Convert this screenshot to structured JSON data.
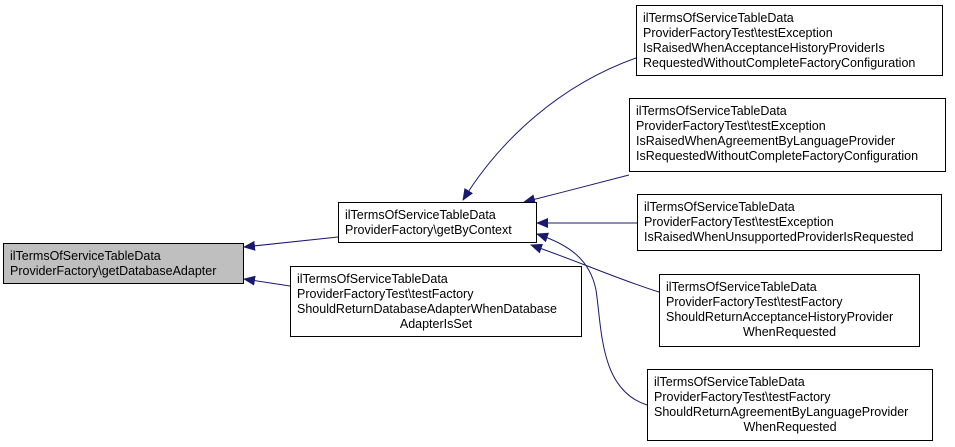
{
  "diagram": {
    "edge_color": "#191970",
    "root_fill": "#bfbfbf",
    "nodes": {
      "getDatabaseAdapter": [
        "ilTermsOfServiceTableData",
        "ProviderFactory\\getDatabaseAdapter"
      ],
      "getByContext": [
        "ilTermsOfServiceTableData",
        "ProviderFactory\\getByContext"
      ],
      "testDbAdapterSet": [
        "ilTermsOfServiceTableData",
        "ProviderFactoryTest\\testFactory",
        "ShouldReturnDatabaseAdapterWhenDatabase",
        "AdapterIsSet"
      ],
      "testExcAcceptance": [
        "ilTermsOfServiceTableData",
        "ProviderFactoryTest\\testException",
        "IsRaisedWhenAcceptanceHistoryProviderIs",
        "RequestedWithoutCompleteFactoryConfiguration"
      ],
      "testExcAgreement": [
        "ilTermsOfServiceTableData",
        "ProviderFactoryTest\\testException",
        "IsRaisedWhenAgreementByLanguageProvider",
        "IsRequestedWithoutCompleteFactoryConfiguration"
      ],
      "testExcUnsupported": [
        "ilTermsOfServiceTableData",
        "ProviderFactoryTest\\testException",
        "IsRaisedWhenUnsupportedProviderIsRequested"
      ],
      "testAcceptanceHistory": [
        "ilTermsOfServiceTableData",
        "ProviderFactoryTest\\testFactory",
        "ShouldReturnAcceptanceHistoryProvider",
        "WhenRequested"
      ],
      "testAgreementByLanguage": [
        "ilTermsOfServiceTableData",
        "ProviderFactoryTest\\testFactory",
        "ShouldReturnAgreementByLanguageProvider",
        "WhenRequested"
      ]
    }
  }
}
